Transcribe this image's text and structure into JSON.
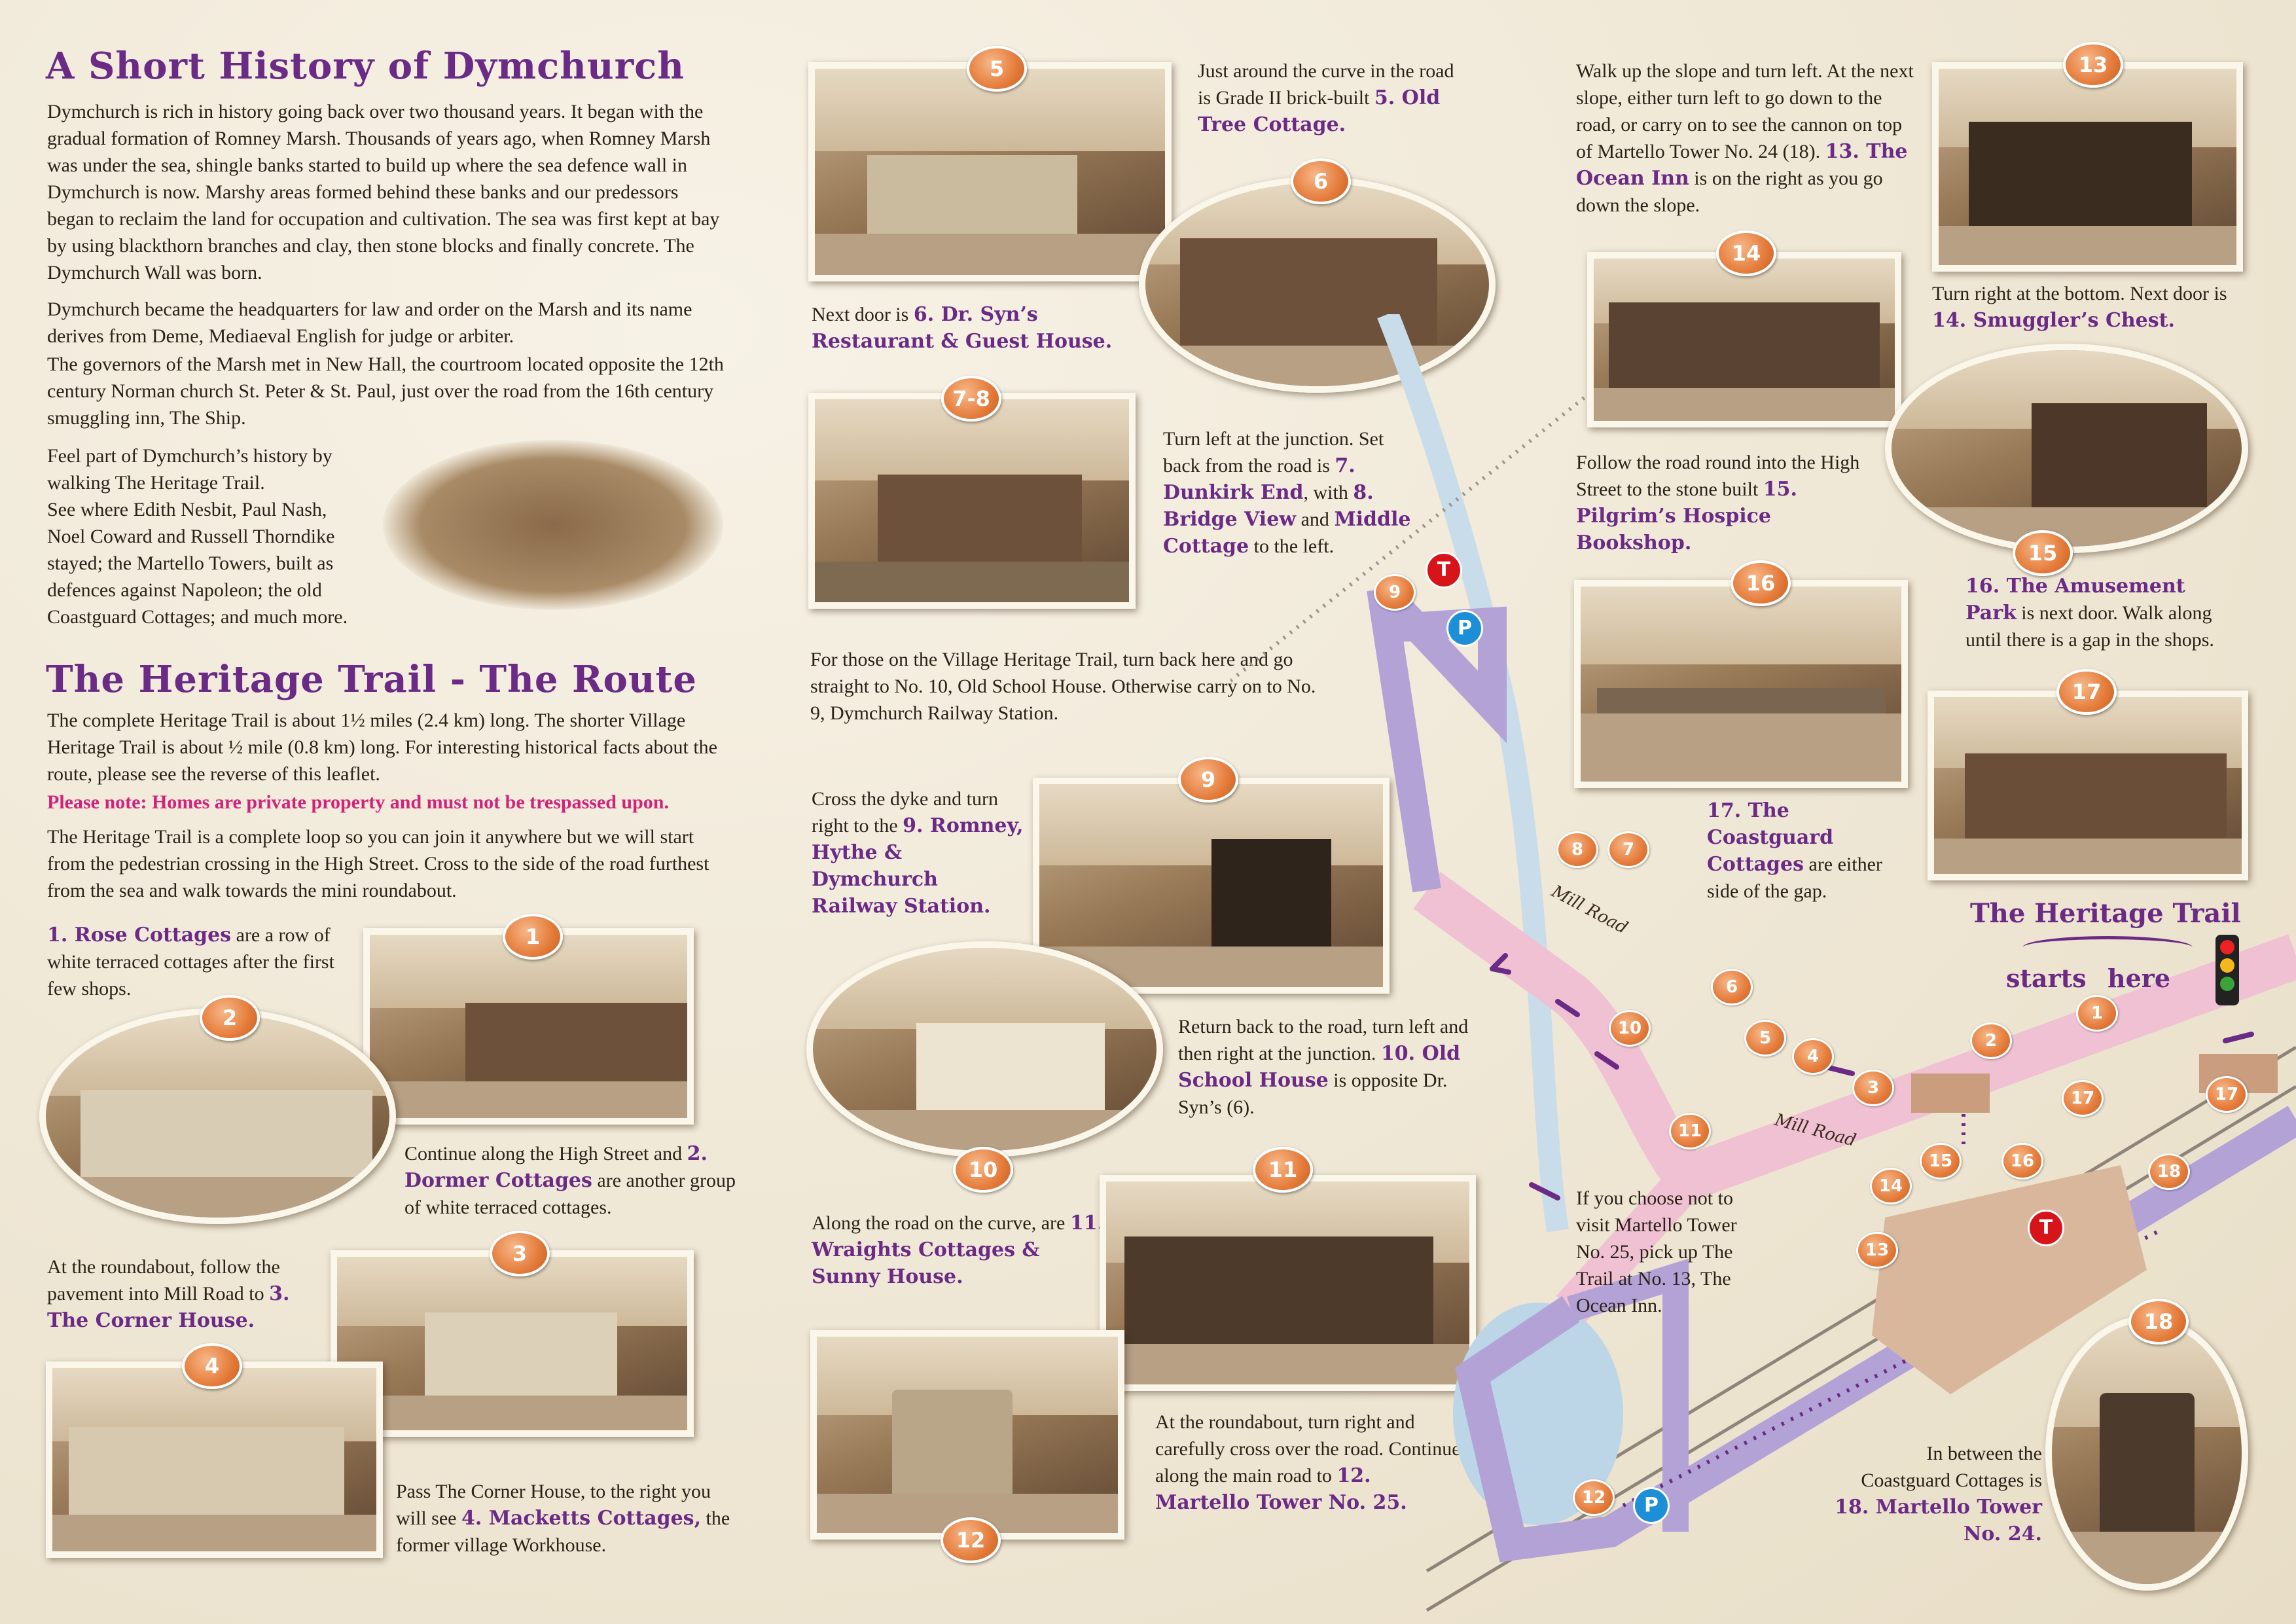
{
  "colors": {
    "accent": "#6a2a86",
    "warning": "#d4227a",
    "badge": "#e47b3a",
    "map_trail": "#b3a2d6",
    "map_road": "#f0c4d6"
  },
  "history": {
    "title": "A Short History of Dymchurch",
    "p1": "Dymchurch is rich in history going back over two thousand years. It began with the gradual formation of Romney Marsh. Thousands of years ago, when Romney Marsh was under the sea, shingle banks started to build up where the sea defence wall in Dymchurch is now. Marshy areas formed behind these banks and our predessors began to reclaim the land for occupation and cultivation. The sea was first kept at bay by using blackthorn branches and clay, then stone blocks and finally concrete. The Dymchurch Wall was born.",
    "p2a": "Dymchurch became the headquarters for law and order on the Marsh and its name derives from Deme, Mediaeval English for judge or arbiter.",
    "p2b": "The governors of the Marsh met in New Hall, the courtroom located opposite the 12th century Norman church St. Peter & St. Paul, just over the road from the 16th century smuggling inn, The Ship.",
    "p3": [
      "Feel part of Dymchurch’s history by",
      "walking The Heritage Trail.",
      "See where Edith Nesbit, Paul Nash,",
      "Noel Coward and Russell Thorndike",
      "stayed; the Martello Towers, built as",
      "defences against Napoleon; the old",
      "Coastguard Cottages; and much more."
    ]
  },
  "route": {
    "title": "The Heritage Trail - The Route",
    "p1": "The complete Heritage Trail is about 1½ miles (2.4 km) long. The shorter Village Heritage Trail is about ½ mile (0.8 km) long.  For interesting historical facts about the route, please see the reverse of this leaflet.",
    "note": "Please note: Homes are private property and must not be trespassed upon.",
    "p2": "The Heritage Trail is a complete loop so you can join it anywhere but we will start from the pedestrian crossing in the High Street. Cross to the side of the road furthest from the sea and walk towards the mini roundabout."
  },
  "stops": {
    "s1": {
      "num": "1",
      "name": "1. Rose Cottages",
      "text": " are a row of white terraced cottages after the first few shops."
    },
    "s2": {
      "num": "2",
      "pre": "Continue along the High Street and ",
      "name": "2. Dormer Cottages",
      "text": " are another group of white terraced cottages."
    },
    "s3": {
      "num": "3",
      "pre": "At the roundabout, follow the pavement into Mill Road to ",
      "name": "3. The Corner House."
    },
    "s4": {
      "num": "4",
      "pre": "Pass The Corner House, to the right you will see ",
      "name": "4. Macketts Cottages,",
      "text": " the former village Workhouse."
    },
    "s5": {
      "num": "5",
      "pre": "Just around the curve in the road is Grade II brick-built ",
      "name": "5. Old Tree Cottage."
    },
    "s6": {
      "num": "6",
      "pre": "Next door is ",
      "name": "6. Dr. Syn’s Restaurant & Guest House."
    },
    "s78": {
      "num": "7-8",
      "pre": "Turn left at the junction. Set back from the road is ",
      "name7": "7. Dunkirk End",
      "mid": ", with ",
      "name8": "8. Bridge View",
      "mid2": " and ",
      "name8b": "Middle Cottage",
      "text": " to the left."
    },
    "village_note": "For those on the Village Heritage Trail, turn back here and go straight to No. 10, Old School House. Otherwise carry on to No. 9, Dymchurch Railway Station.",
    "s9": {
      "num": "9",
      "pre": "Cross the dyke and turn right to the ",
      "name": "9. Romney, Hythe & Dymchurch Railway Station."
    },
    "s10": {
      "num": "10",
      "pre": "Return back to the road, turn left and then right at the junction. ",
      "name": "10. Old School House",
      "text": " is opposite Dr. Syn’s (6)."
    },
    "s11": {
      "num": "11",
      "pre": "Along the road on the curve, are ",
      "name": "11. Wraights Cottages & Sunny House."
    },
    "s12": {
      "num": "12",
      "pre": "At the roundabout, turn right and carefully cross over the road. Continue along the main road to ",
      "name": "12. Martello Tower No. 25."
    },
    "s13": {
      "num": "13",
      "pre": "Walk up the slope and turn left. At the next slope, either turn left to go down to the road, or carry on to see the cannon on top of Martello Tower No. 24 (18). ",
      "name": "13. The Ocean Inn",
      "text": " is on the right as you go down the slope."
    },
    "s14": {
      "num": "14",
      "pre": "Turn right at the bottom. Next door is ",
      "name": "14. Smuggler’s Chest."
    },
    "s15": {
      "num": "15",
      "pre": "Follow the road round into the High Street to the stone built ",
      "name": "15. Pilgrim’s Hospice Bookshop."
    },
    "s16": {
      "num": "16",
      "name": "16. The Amusement Park",
      "text": " is next door. Walk along until there is a gap in the shops."
    },
    "s17": {
      "num": "17",
      "name": "17. The Coastguard Cottages",
      "text": " are either side of the gap."
    },
    "s18": {
      "num": "18",
      "pre": "In between the Coastguard Cottages is ",
      "name": "18. Martello Tower No. 24."
    },
    "skip_note": "If you choose not to visit Martello Tower No. 25, pick up The Trail at No. 13, The Ocean Inn."
  },
  "map": {
    "trail_title": "The Heritage Trail",
    "starts": "starts",
    "here": "here",
    "road1": "Mill Road",
    "road2": "Mill Road",
    "t": "T",
    "p": "P",
    "markers": [
      "1",
      "2",
      "3",
      "4",
      "5",
      "6",
      "7",
      "8",
      "9",
      "10",
      "11",
      "12",
      "13",
      "14",
      "15",
      "16",
      "17",
      "17",
      "18"
    ]
  }
}
